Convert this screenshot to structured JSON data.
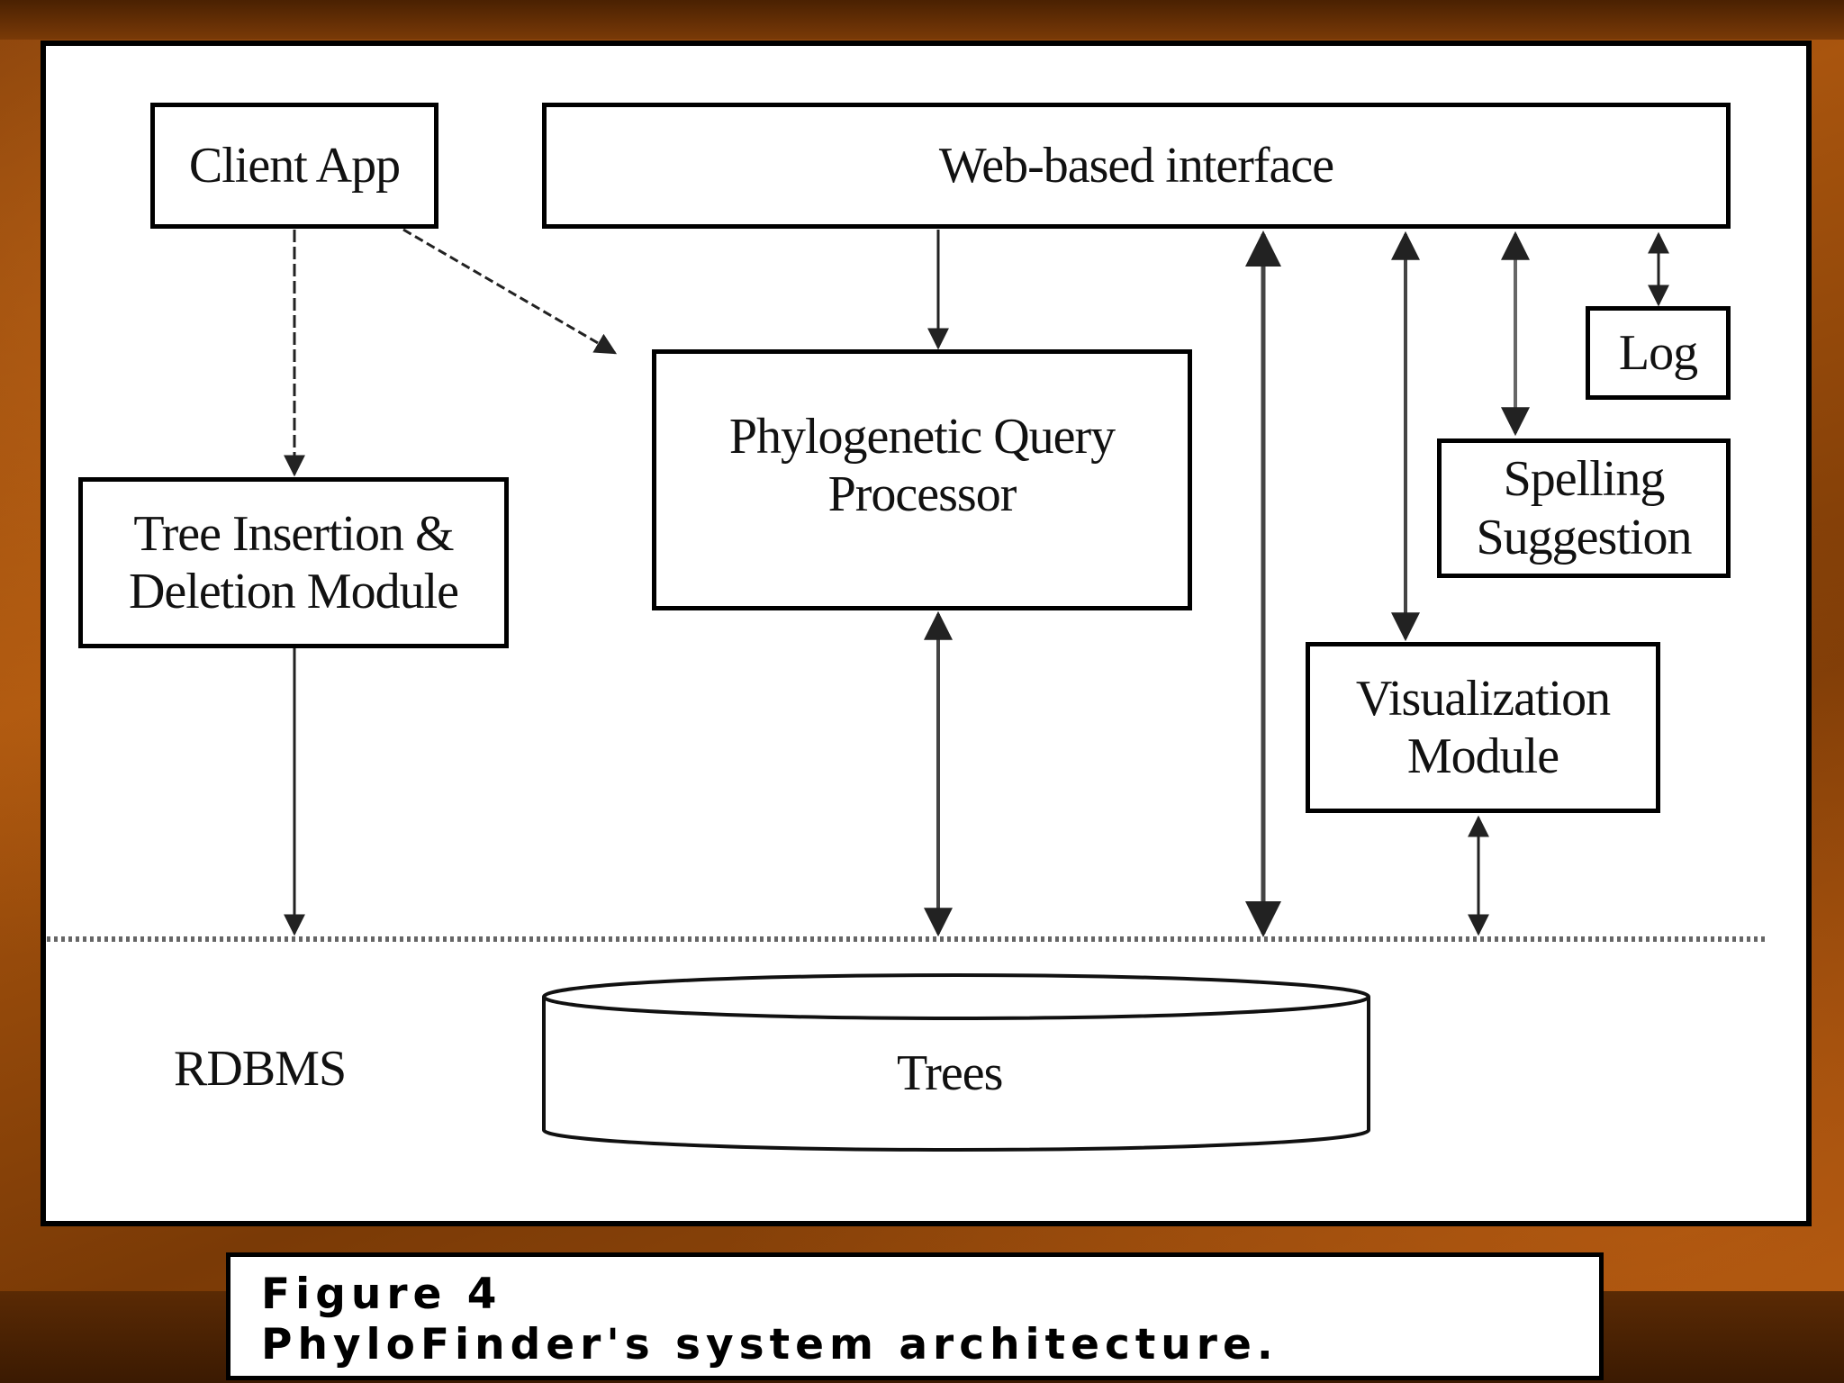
{
  "diagram": {
    "nodes": {
      "client_app": "Client App",
      "web_interface": "Web-based interface",
      "log": "Log",
      "query_processor": "Phylogenetic Query\nProcessor",
      "spelling_suggestion": "Spelling\nSuggestion",
      "tree_module": "Tree Insertion &\nDeletion Module",
      "visualization_module": "Visualization\nModule",
      "trees": "Trees"
    },
    "layer_label": "RDBMS",
    "edges": [
      {
        "from": "client_app",
        "to": "tree_module",
        "style": "dashed",
        "direction": "forward"
      },
      {
        "from": "client_app",
        "to": "query_processor",
        "style": "dashed",
        "direction": "forward"
      },
      {
        "from": "web_interface",
        "to": "query_processor",
        "style": "solid",
        "direction": "forward"
      },
      {
        "from": "web_interface",
        "to": "log",
        "style": "solid",
        "direction": "both"
      },
      {
        "from": "web_interface",
        "to": "spelling_suggestion",
        "style": "solid",
        "direction": "both"
      },
      {
        "from": "web_interface",
        "to": "visualization_module",
        "style": "solid",
        "direction": "both"
      },
      {
        "from": "web_interface",
        "to": "rdbms",
        "style": "solid",
        "direction": "both"
      },
      {
        "from": "tree_module",
        "to": "rdbms",
        "style": "solid",
        "direction": "forward"
      },
      {
        "from": "query_processor",
        "to": "rdbms",
        "style": "solid",
        "direction": "both"
      },
      {
        "from": "visualization_module",
        "to": "rdbms",
        "style": "solid",
        "direction": "both"
      }
    ]
  },
  "caption": {
    "line1": "Figure 4",
    "line2": "PhyloFinder's system architecture."
  }
}
